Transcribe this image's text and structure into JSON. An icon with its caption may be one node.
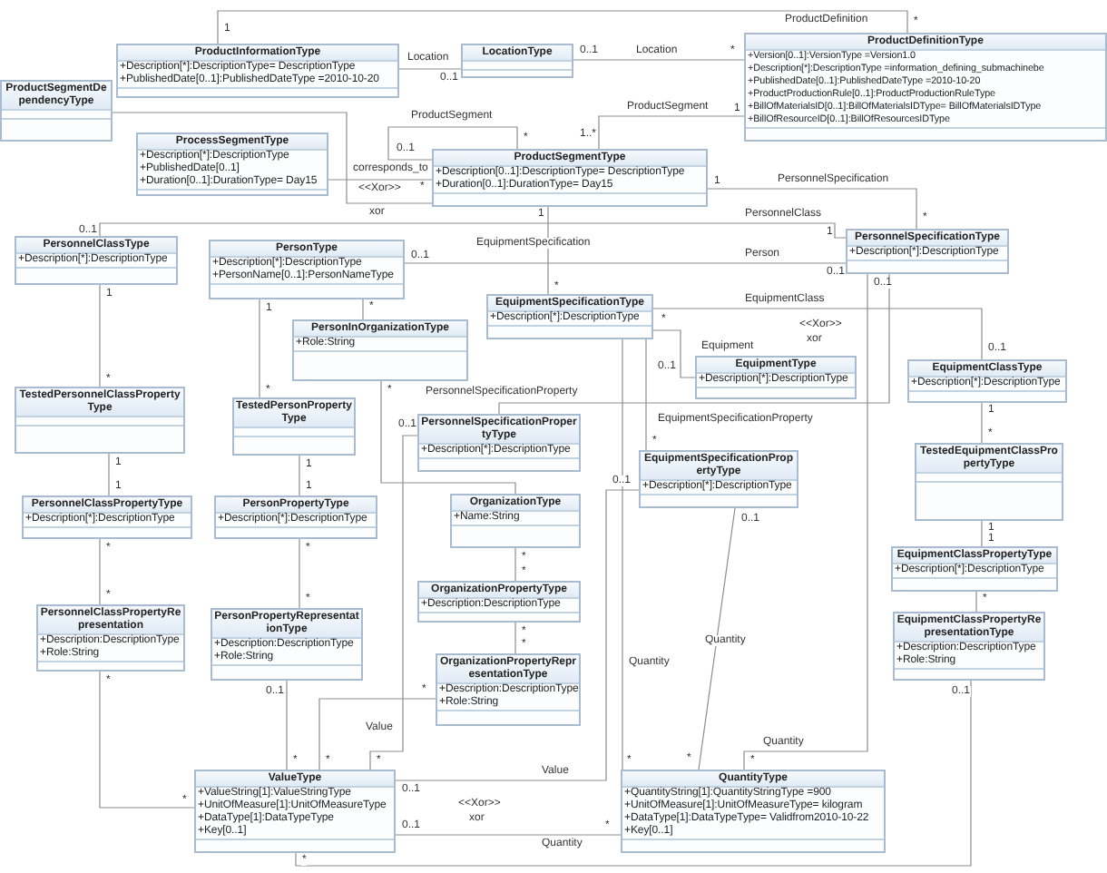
{
  "diagram": {
    "nodes": [
      {
        "text": [
          "ProductInformationType",
          "+Description[*]:DescriptionType= DescriptionType",
          "+PublishedDate[0..1]:PublishedDateType =2010-10-20"
        ]
      },
      {
        "text": [
          "LocationType"
        ]
      },
      {
        "text": [
          "ProductDefinitionType",
          "+Version[0..1]:VersionType =Version1.0",
          "+Description[*]:DescriptionType =information_defining_submachinebe",
          "+PublishedDate[0..1]:PublishedDateType =2010-10-20",
          "+ProductProductionRule[0..1]:ProductProductionRuleType",
          "+BillOfMaterialsID[0..1]:BillOfMaterialsIDType= BillOfMaterialsIDType",
          "+BillOfResourceID[0..1]:BillOfResourcesIDType"
        ]
      },
      {
        "text": [
          "ProductSegmentDependencyType"
        ]
      },
      {
        "text": [
          "ProcessSegmentType",
          "+Description[*]:DescriptionType",
          "+PublishedDate[0..1]",
          "+Duration[0..1]:DurationType= Day15"
        ]
      },
      {
        "text": [
          "ProductSegmentType",
          "+Description[0..1]:DescriptionType= DescriptionType",
          "+Duration[0..1]:DurationType= Day15"
        ]
      },
      {
        "text": [
          "PersonnelClassType",
          "+Description[*]:DescriptionType"
        ]
      },
      {
        "text": [
          "PersonType",
          "+Description[*]:DescriptionType",
          "+PersonName[0..1]:PersonNameType"
        ]
      },
      {
        "text": [
          "PersonnelSpecificationType",
          "+Description[*]:DescriptionType"
        ]
      },
      {
        "text": [
          "EquipmentSpecificationType",
          "+Description[*]:DescriptionType"
        ]
      },
      {
        "text": [
          "PersonInOrganizationType",
          "+Role:String"
        ]
      },
      {
        "text": [
          "EquipmentType",
          "+Description[*]:DescriptionType"
        ]
      },
      {
        "text": [
          "EquipmentClassType",
          "+Description[*]:DescriptionType"
        ]
      },
      {
        "text": [
          "TestedPersonnelClassPropertyType"
        ]
      },
      {
        "text": [
          "TestedPersonPropertyType"
        ]
      },
      {
        "text": [
          "PersonnelSpecificationPropertyType",
          "+Description[*]:DescriptionType"
        ]
      },
      {
        "text": [
          "EquipmentSpecificationPropertyType",
          "+Description[*]:DescriptionType"
        ]
      },
      {
        "text": [
          "TestedEquipmentClassPropertyType"
        ]
      },
      {
        "text": [
          "OrganizationType",
          "+Name:String"
        ]
      },
      {
        "text": [
          "PersonnelClassPropertyType",
          "+Description[*]:DescriptionType"
        ]
      },
      {
        "text": [
          "PersonPropertyType",
          "+Description[*]:DescriptionType"
        ]
      },
      {
        "text": [
          "EquipmentClassPropertyType",
          "+Description[*]:DescriptionType"
        ]
      },
      {
        "text": [
          "OrganizationPropertyType",
          "+Description:DescriptionType"
        ]
      },
      {
        "text": [
          "PersonnelClassPropertyRepresentation",
          "+Description:DescriptionType",
          "+Role:String"
        ]
      },
      {
        "text": [
          "PersonPropertyRepresentationType",
          "+Description:DescriptionType",
          "+Role:String"
        ]
      },
      {
        "text": [
          "EquipmentClassPropertyRepresentationType",
          "+Description:DescriptionType",
          "+Role:String"
        ]
      },
      {
        "text": [
          "OrganizationPropertyRepresentationType",
          "+Description:DescriptionType",
          "+Role:String"
        ]
      },
      {
        "text": [
          "ValueType",
          "+ValueString[1]:ValueStringType",
          "+UnitOfMeasure[1]:UnitOfMeasureType",
          "+DataType[1]:DataTypeType",
          "+Key[0..1]"
        ]
      },
      {
        "text": [
          "QuantityType",
          "+QuantityString[1]:QuantityStringType =900",
          "+UnitOfMeasure[1]:UnitOfMeasureType= kilogram",
          "+DataType[1]:DataTypeType= Validfrom2010-10-22",
          "+Key[0..1]"
        ]
      }
    ],
    "edges": [
      {
        "from": 0,
        "to": 2,
        "arrow": "none",
        "label": "ProductDefinition"
      },
      {
        "from": 0,
        "to": 1,
        "arrow": "none",
        "label": "Location"
      },
      {
        "from": 2,
        "to": 1,
        "arrow": "none",
        "label": "Location"
      },
      {
        "from": 3,
        "to": 5,
        "arrow": "none"
      },
      {
        "from": 4,
        "to": 5,
        "arrow": "none",
        "label": "corresponds_to"
      },
      {
        "from": 5,
        "to": 5,
        "arrow": "none",
        "label": "ProductSegment"
      },
      {
        "from": 5,
        "to": 2,
        "arrow": "none",
        "label": "ProductSegment"
      },
      {
        "from": 5,
        "to": 8,
        "arrow": "none",
        "label": "PersonnelSpecification"
      },
      {
        "from": 6,
        "to": 8,
        "arrow": "none",
        "label": "PersonnelClass"
      },
      {
        "from": 7,
        "to": 8,
        "arrow": "none",
        "label": "Person"
      },
      {
        "from": 5,
        "to": 9,
        "arrow": "none",
        "label": "EquipmentSpecification"
      },
      {
        "from": 9,
        "to": 11,
        "arrow": "none",
        "label": "Equipment"
      },
      {
        "from": 9,
        "to": 12,
        "arrow": "none",
        "label": "EquipmentClass"
      },
      {
        "from": 9,
        "to": 16,
        "arrow": "none",
        "label": "EquipmentSpecificationProperty"
      },
      {
        "from": 8,
        "to": 15,
        "arrow": "none",
        "label": "PersonnelSpecificationProperty"
      },
      {
        "from": 15,
        "to": 27,
        "arrow": "none",
        "label": "Value"
      },
      {
        "from": 16,
        "to": 27,
        "arrow": "none",
        "label": "Value"
      },
      {
        "from": 9,
        "to": 28,
        "arrow": "none",
        "label": "Quantity"
      },
      {
        "from": 16,
        "to": 28,
        "arrow": "none",
        "label": "Quantity"
      },
      {
        "from": 8,
        "to": 28,
        "arrow": "none",
        "label": "Quantity"
      },
      {
        "from": 27,
        "to": 28,
        "arrow": "none",
        "label": "Quantity"
      },
      {
        "from": 6,
        "to": 13,
        "arrow": "none"
      },
      {
        "from": 7,
        "to": 14,
        "arrow": "none"
      },
      {
        "from": 7,
        "to": 10,
        "arrow": "none"
      },
      {
        "from": 10,
        "to": 18,
        "arrow": "none"
      },
      {
        "from": 13,
        "to": 19,
        "arrow": "none"
      },
      {
        "from": 14,
        "to": 20,
        "arrow": "none"
      },
      {
        "from": 12,
        "to": 17,
        "arrow": "none"
      },
      {
        "from": 17,
        "to": 21,
        "arrow": "none"
      },
      {
        "from": 19,
        "to": 23,
        "arrow": "none"
      },
      {
        "from": 20,
        "to": 24,
        "arrow": "none"
      },
      {
        "from": 21,
        "to": 25,
        "arrow": "none"
      },
      {
        "from": 18,
        "to": 22,
        "arrow": "none"
      },
      {
        "from": 22,
        "to": 26,
        "arrow": "none"
      },
      {
        "from": 23,
        "to": 27,
        "arrow": "none"
      },
      {
        "from": 24,
        "to": 27,
        "arrow": "none"
      },
      {
        "from": 26,
        "to": 27,
        "arrow": "none"
      },
      {
        "from": 25,
        "to": 27,
        "arrow": "none"
      }
    ],
    "labels": [
      "1",
      "*",
      "0..1",
      "*",
      "0..1",
      "*",
      "1..*",
      "1",
      "0..1",
      "*",
      "1",
      "<<Xor>>",
      "xor",
      "1",
      "*",
      "0..1",
      "1",
      "0..1",
      "0..1",
      "*",
      "1",
      "1",
      "*",
      "0..1",
      "*",
      "<<Xor>>",
      "xor",
      "0..1",
      "0..1",
      "*",
      "*",
      "*",
      "1",
      "0..1",
      "*",
      "*",
      "1",
      "1",
      "0..1",
      "1",
      "1",
      "0..1",
      "1",
      "1",
      "*",
      "*",
      "*",
      "*",
      "*",
      "*",
      "*",
      "*",
      "*",
      "*",
      "*",
      "0..1",
      "0..1",
      "*",
      "*",
      "*",
      "*",
      "*",
      "*",
      "*",
      "<<Xor>>",
      "xor",
      "0..1",
      "0..1",
      "*",
      "*"
    ]
  }
}
